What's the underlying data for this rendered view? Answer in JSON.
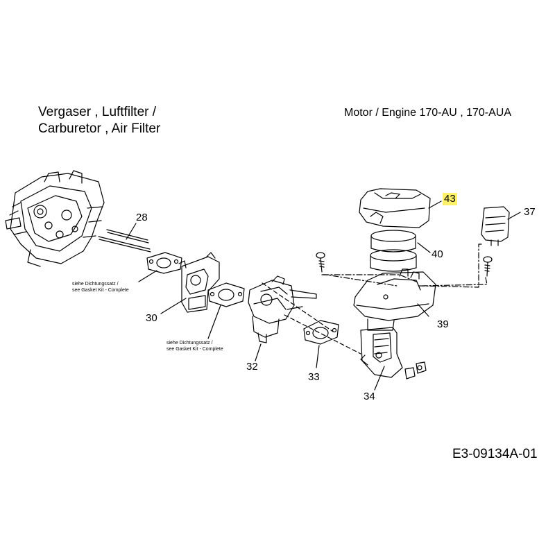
{
  "title": {
    "line1": "Vergaser , Luftfilter /",
    "line2": "Carburetor , Air Filter"
  },
  "engine_label": "Motor / Engine  170-AU  ,  170-AUA",
  "drawing_code": "E3-09134A-01",
  "parts": [
    {
      "number": "28",
      "highlighted": false
    },
    {
      "number": "30",
      "highlighted": false
    },
    {
      "number": "32",
      "highlighted": false
    },
    {
      "number": "33",
      "highlighted": false
    },
    {
      "number": "34",
      "highlighted": false
    },
    {
      "number": "37",
      "highlighted": false
    },
    {
      "number": "39",
      "highlighted": false
    },
    {
      "number": "40",
      "highlighted": false
    },
    {
      "number": "43",
      "highlighted": true
    }
  ],
  "notes": [
    {
      "line1": "siehe Dichtungssatz /",
      "line2": "see Gasket Kit - Complete"
    },
    {
      "line1": "siehe Dichtungssatz /",
      "line2": "see Gasket Kit - Complete"
    }
  ],
  "highlight_color": "#fff16a"
}
